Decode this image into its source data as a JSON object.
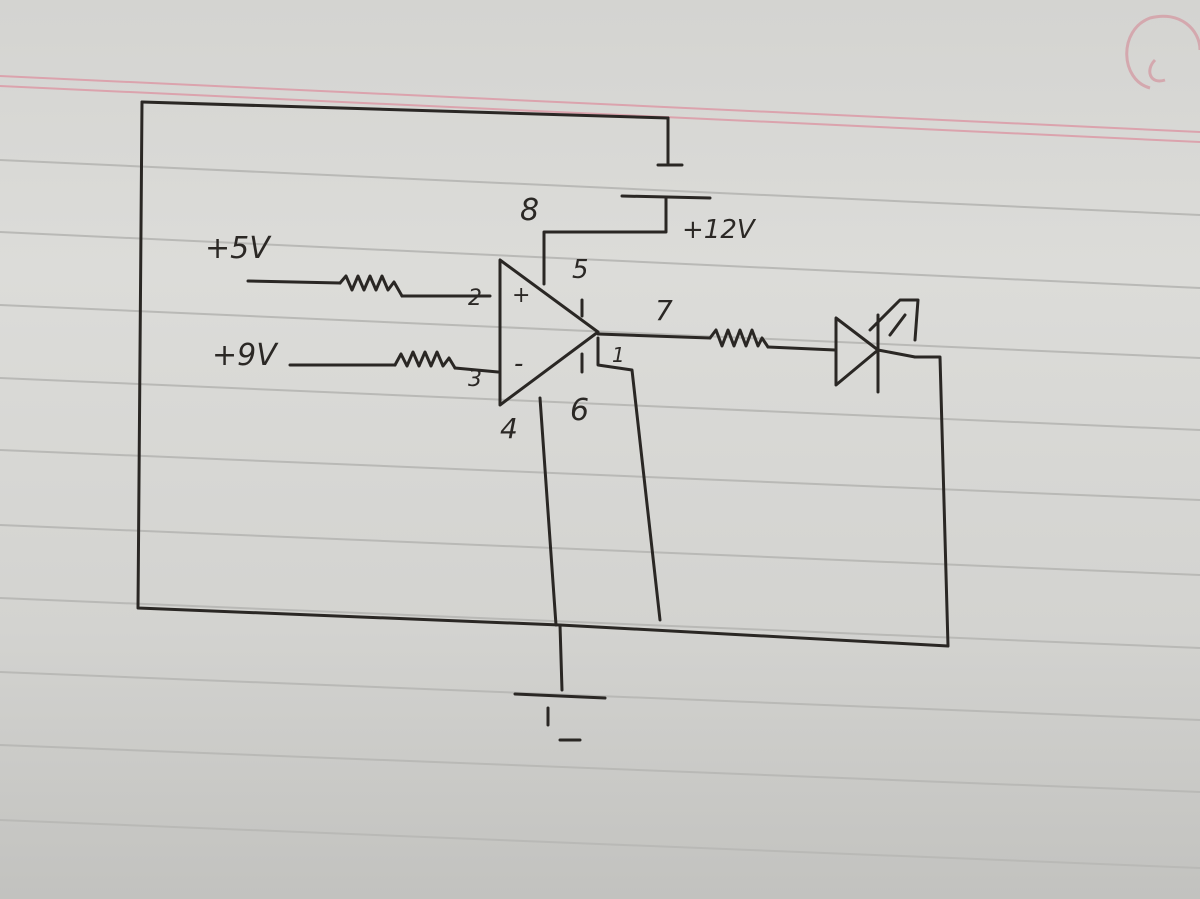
{
  "notebook": {
    "paper_color": "#d8d8d5",
    "rule_color": "#b9b9b6",
    "margin_color": "#dba3ad",
    "ink_color": "#2a2724"
  },
  "diagram": {
    "pins": {
      "pin_2": "2",
      "pin_3": "3",
      "pin_4": "4",
      "pin_5": "5",
      "pin_6": "6",
      "pin_7": "7",
      "pin_8": "8",
      "pin_1": "1"
    },
    "opamp": {
      "plus_sign": "+",
      "minus_sign": "-"
    },
    "labels": {
      "input_plus": "+5V",
      "input_minus": "+9V",
      "supply": "+12V"
    }
  }
}
